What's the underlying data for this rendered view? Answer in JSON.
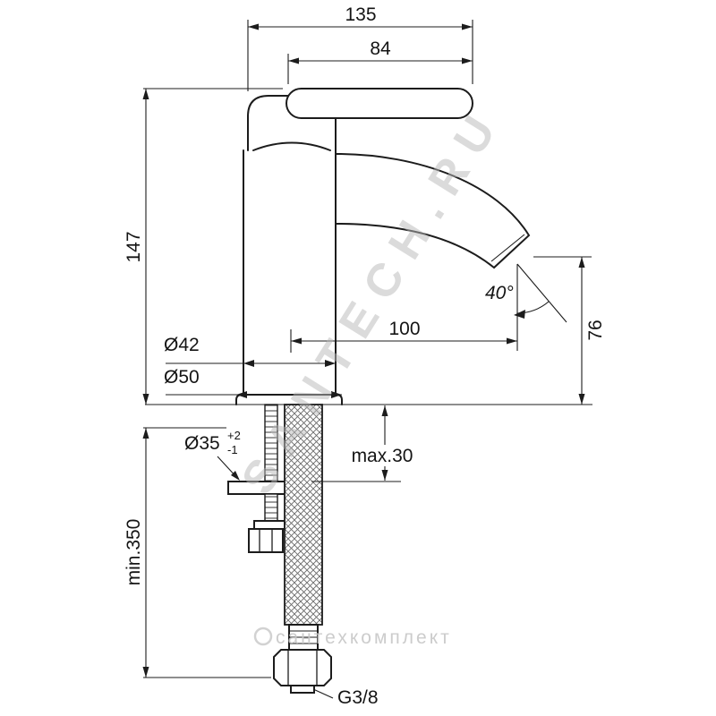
{
  "drawing": {
    "dims": {
      "overall_width": "135",
      "lever_length": "84",
      "body_height": "147",
      "min_hose_length": "min.350",
      "body_diameter": "Ø42",
      "base_diameter": "Ø50",
      "hole_diameter": "Ø35",
      "hole_tol_plus": "+2",
      "hole_tol_minus": "-1",
      "max_deck_thickness": "max.30",
      "spout_reach": "100",
      "spout_angle": "40°",
      "spout_height": "76",
      "thread": "G3/8"
    },
    "watermark_diagonal": "SANTECH.RU",
    "watermark_bottom": "сантехкомплект",
    "colors": {
      "line": "#1c1c1c",
      "background": "#ffffff",
      "watermark": "#bdbdbd"
    }
  }
}
